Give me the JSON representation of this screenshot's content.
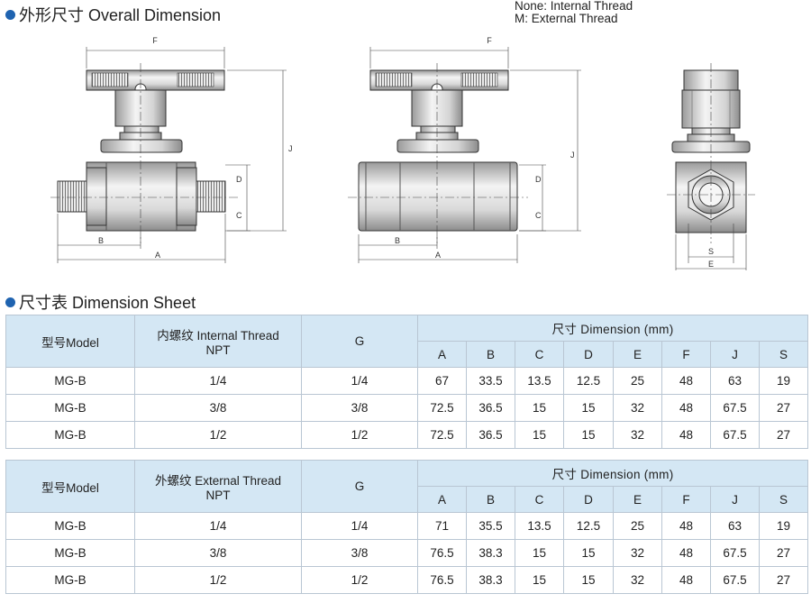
{
  "header": {
    "overall_title": "外形尺寸 Overall Dimension",
    "note_line1": "None: Internal Thread",
    "note_line2": "M: External Thread",
    "sheet_title": "尺寸表 Dimension Sheet"
  },
  "diagram_labels": {
    "F": "F",
    "J": "J",
    "D": "D",
    "C": "C",
    "B": "B",
    "A": "A",
    "S": "S",
    "E": "E"
  },
  "colors": {
    "bullet": "#1f63b0",
    "header_fill": "#d4e7f4",
    "border": "#b9c6d3"
  },
  "table_internal": {
    "model_header": "型号Model",
    "thread_header_line1": "内螺纹 Internal Thread",
    "thread_header_line2": "NPT",
    "g_header": "G",
    "dimension_header": "尺寸 Dimension (mm)",
    "columns": [
      "A",
      "B",
      "C",
      "D",
      "E",
      "F",
      "J",
      "S"
    ],
    "rows": [
      [
        "MG-B",
        "1/4",
        "1/4",
        "67",
        "33.5",
        "13.5",
        "12.5",
        "25",
        "48",
        "63",
        "19"
      ],
      [
        "MG-B",
        "3/8",
        "3/8",
        "72.5",
        "36.5",
        "15",
        "15",
        "32",
        "48",
        "67.5",
        "27"
      ],
      [
        "MG-B",
        "1/2",
        "1/2",
        "72.5",
        "36.5",
        "15",
        "15",
        "32",
        "48",
        "67.5",
        "27"
      ]
    ]
  },
  "table_external": {
    "model_header": "型号Model",
    "thread_header_line1": "外螺纹 External Thread",
    "thread_header_line2": "NPT",
    "g_header": "G",
    "dimension_header": "尺寸 Dimension (mm)",
    "columns": [
      "A",
      "B",
      "C",
      "D",
      "E",
      "F",
      "J",
      "S"
    ],
    "rows": [
      [
        "MG-B",
        "1/4",
        "1/4",
        "71",
        "35.5",
        "13.5",
        "12.5",
        "25",
        "48",
        "63",
        "19"
      ],
      [
        "MG-B",
        "3/8",
        "3/8",
        "76.5",
        "38.3",
        "15",
        "15",
        "32",
        "48",
        "67.5",
        "27"
      ],
      [
        "MG-B",
        "1/2",
        "1/2",
        "76.5",
        "38.3",
        "15",
        "15",
        "32",
        "48",
        "67.5",
        "27"
      ]
    ]
  }
}
